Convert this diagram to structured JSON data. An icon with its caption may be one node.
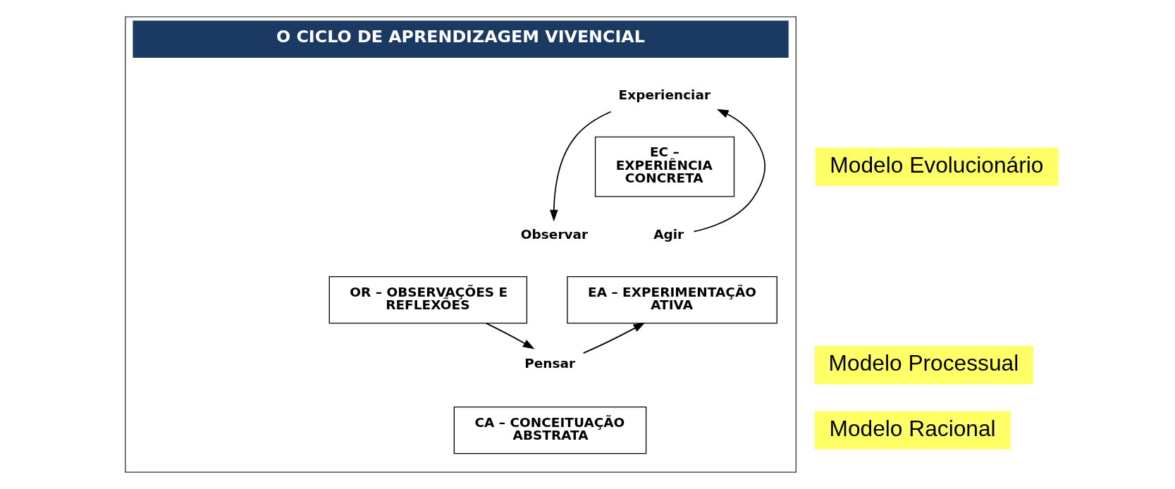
{
  "diagram": {
    "nodes": [
      {
        "text": [
          "O CICLO DE APRENDIZAGEM VIVENCIAL"
        ]
      },
      {
        "text": [
          "Experienciar"
        ],
        "in": 0
      },
      {
        "text": [
          "EC – EXPERIÊNCIA CONCRETA"
        ],
        "in": 0
      },
      {
        "text": [
          "Agir"
        ],
        "in": 0
      },
      {
        "text": [
          "Observar"
        ],
        "in": 0
      },
      {
        "text": [
          "EA – EXPERIMENTAÇÃO ATIVA"
        ],
        "in": 0
      },
      {
        "text": [
          "OR – OBSERVAÇÕES E REFLEXÕES"
        ],
        "in": 0
      },
      {
        "text": [
          "Pensar"
        ],
        "in": 0
      },
      {
        "text": [
          "CA – CONCEITUAÇÃO ABSTRATA"
        ],
        "in": 0
      },
      {
        "text": [
          "Modelo Evolucionário"
        ]
      },
      {
        "text": [
          "Modelo Processual"
        ]
      },
      {
        "text": [
          "Modelo Racional"
        ]
      }
    ],
    "edges": [
      {
        "from": 3,
        "to": 1,
        "arrow": "to"
      },
      {
        "from": 1,
        "to": 4,
        "arrow": "to"
      },
      {
        "from": 6,
        "to": 7,
        "arrow": "to"
      },
      {
        "from": 7,
        "to": 5,
        "arrow": "to"
      }
    ]
  }
}
